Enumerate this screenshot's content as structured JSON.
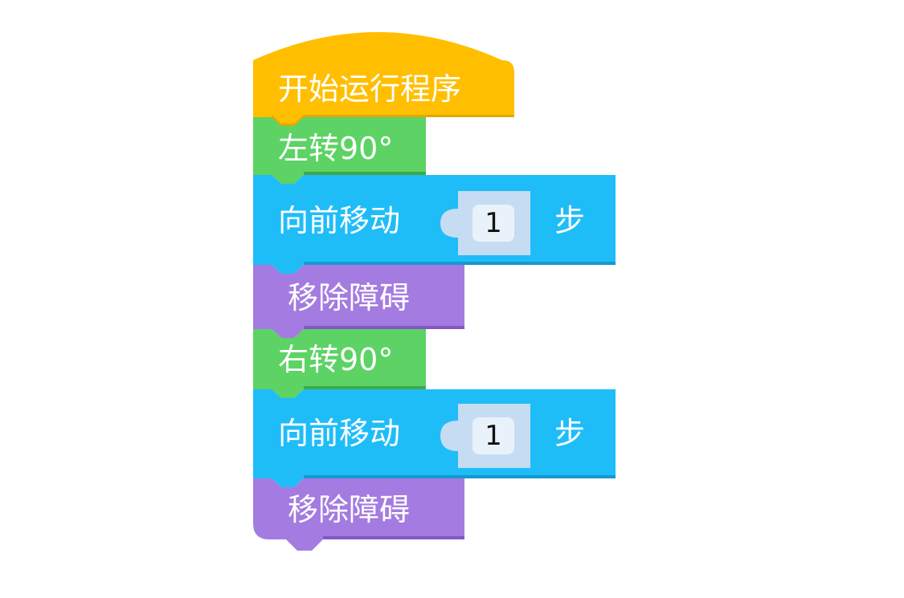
{
  "colors": {
    "event": "#FFBF00",
    "turn": "#5CD364",
    "move": "#1FBDF8",
    "action": "#A47BE0",
    "slot": "#C6DCF3",
    "slot_inner": "#E9F2FB"
  },
  "script": {
    "hat": {
      "label": "开始运行程序"
    },
    "blocks": [
      {
        "kind": "turn",
        "label": "左转90°"
      },
      {
        "kind": "move",
        "label": "向前移动",
        "steps": "1",
        "unit": "步"
      },
      {
        "kind": "action",
        "label": "移除障碍"
      },
      {
        "kind": "turn",
        "label": "右转90°"
      },
      {
        "kind": "move",
        "label": "向前移动",
        "steps": "1",
        "unit": "步"
      },
      {
        "kind": "action",
        "label": "移除障碍"
      }
    ]
  }
}
